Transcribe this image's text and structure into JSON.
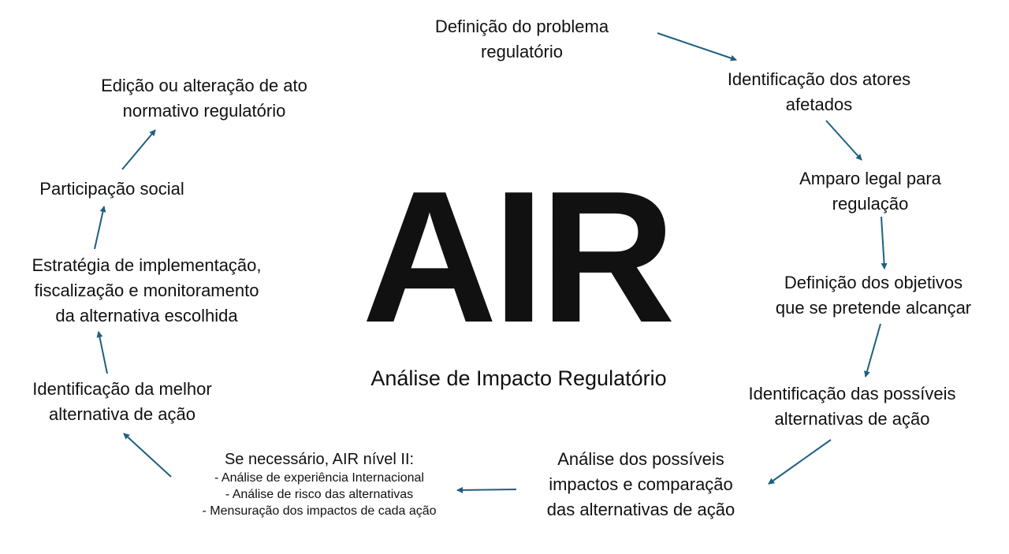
{
  "center": {
    "title": "AIR",
    "subtitle": "Análise de Impacto Regulatório"
  },
  "steps": {
    "s1": [
      "Definição do problema",
      "regulatório"
    ],
    "s2": [
      "Identificação dos atores",
      "afetados"
    ],
    "s3": [
      "Amparo legal para",
      "regulação"
    ],
    "s4": [
      "Definição dos objetivos",
      "que se pretende alcançar"
    ],
    "s5": [
      "Identificação das possíveis",
      "alternativas de ação"
    ],
    "s6": [
      "Análise dos possíveis",
      "impactos e comparação",
      "das alternativas de ação"
    ],
    "s8": [
      "Identificação da melhor",
      "alternativa de ação"
    ],
    "s9": [
      "Estratégia de implementação,",
      "fiscalização e monitoramento",
      "da alternativa escolhida"
    ],
    "s10": [
      "Participação social"
    ],
    "s11": [
      "Edição ou alteração de ato",
      "normativo regulatório"
    ]
  },
  "level2": {
    "title": "Se necessário, AIR nível II:",
    "items": [
      "- Análise de experiência Internacional",
      "- Análise de risco das alternativas",
      "- Mensuração dos impactos de cada ação"
    ]
  },
  "colors": {
    "arrow": "#1f5f80",
    "text": "#111111"
  }
}
